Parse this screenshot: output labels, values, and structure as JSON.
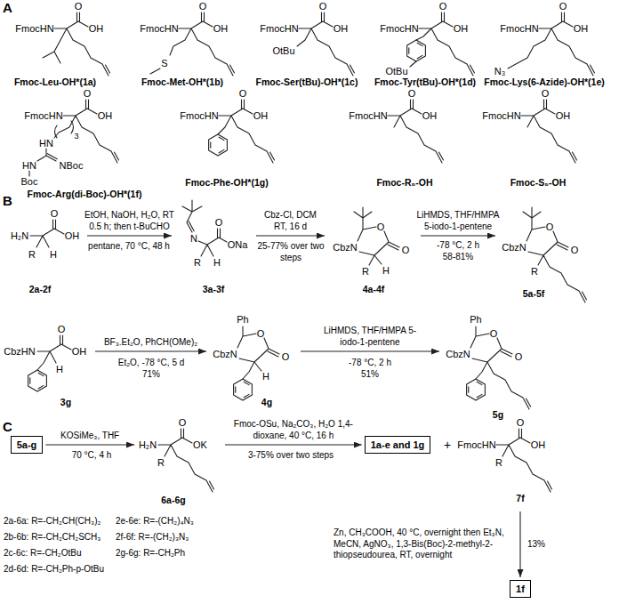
{
  "diagram": {
    "nodes": [
      {
        "text": [
          "FmocHN",
          "O",
          "OH",
          "Fmoc-Leu-OH*(1a)"
        ]
      },
      {
        "text": [
          "FmocHN",
          "O",
          "OH",
          "S",
          "Fmoc-Met-OH*(1b)"
        ]
      },
      {
        "text": [
          "FmocHN",
          "O",
          "OH",
          "OtBu",
          "Fmoc-Ser(tBu)-OH*(1c)"
        ]
      },
      {
        "text": [
          "FmocHN",
          "O",
          "OH",
          "OtBu",
          "Fmoc-Tyr(tBu)-OH*(1d)"
        ]
      },
      {
        "text": [
          "FmocHN",
          "O",
          "OH",
          "N₃",
          "Fmoc-Lys(6-Azide)-OH*(1e)"
        ]
      },
      {
        "text": [
          "FmocHN",
          "O",
          "OH",
          "3",
          "HN",
          "HN",
          "NBoc",
          "Boc",
          "Fmoc-Arg(di-Boc)-OH*(1f)"
        ]
      },
      {
        "text": [
          "FmocHN",
          "O",
          "OH",
          "Fmoc-Phe-OH*(1g)"
        ]
      },
      {
        "text": [
          "FmocHN",
          "O",
          "OH",
          "Fmoc-R₅-OH"
        ]
      },
      {
        "text": [
          "FmocHN",
          "O",
          "OH",
          "Fmoc-S₅-OH"
        ]
      },
      {
        "text": [
          "H₂N",
          "O",
          "OH",
          "R",
          "H",
          "2a-2f"
        ]
      },
      {
        "text": [
          "N",
          "O",
          "ONa",
          "R",
          "H",
          "3a-3f"
        ]
      },
      {
        "text": [
          "O",
          "CbzN",
          "O",
          "R",
          "H",
          "4a-4f"
        ]
      },
      {
        "text": [
          "O",
          "CbzN",
          "O",
          "R",
          "5a-5f"
        ]
      },
      {
        "text": [
          "CbzHN",
          "O",
          "OH",
          "H",
          "3g"
        ]
      },
      {
        "text": [
          "Ph",
          "O",
          "CbzN",
          "O",
          "H",
          "4g"
        ]
      },
      {
        "text": [
          "Ph",
          "O",
          "CbzN",
          "O",
          "5g"
        ]
      },
      {
        "text": [
          "5a-g"
        ]
      },
      {
        "text": [
          "H₂N",
          "O",
          "OK",
          "R",
          "6a-6g"
        ]
      },
      {
        "text": [
          "1a-e and 1g"
        ]
      },
      {
        "text": [
          "FmocHN",
          "O",
          "OH",
          "R",
          "7f"
        ]
      },
      {
        "text": [
          "1f"
        ]
      }
    ],
    "edges": [
      {
        "from": 9,
        "to": 10,
        "arrow": "to",
        "label": "EtOH, NaOH, H₂O, RT 0.5 h; then t-BuCHO"
      },
      {
        "from": 10,
        "to": 11,
        "arrow": "to",
        "label": "Cbz-Cl, DCM RT, 16 d"
      },
      {
        "from": 11,
        "to": 12,
        "arrow": "to",
        "label": "LiHMDS, THF/HMPA 5-iodo-1-pentene"
      },
      {
        "from": 13,
        "to": 14,
        "arrow": "to",
        "label": "BF₃.Et₂O, PhCH(OMe)₂"
      },
      {
        "from": 14,
        "to": 15,
        "arrow": "to",
        "label": "LiHMDS, THF/HMPA 5-iodo-1-pentene"
      },
      {
        "from": 16,
        "to": 17,
        "arrow": "to",
        "label": "KOSiMe₃, THF"
      },
      {
        "from": 17,
        "to": 18,
        "arrow": "to",
        "label": "Fmoc-OSu, Na₂CO₃, H₂O 1,4-dioxane, 40 °C, 16 h"
      },
      {
        "from": 19,
        "to": 20,
        "arrow": "to",
        "label": "Zn, CH₃COOH, 40 °C, overnight then Et₃N, MeCN, AgNO₃, 1,3-Bis(Boc)-2-methyl-2-thiopseudourea, RT, overnight"
      }
    ],
    "labels": [
      "A",
      "B",
      "pentane, 70 °C, 48 h",
      "25-77% over two steps",
      "-78 °C, 2 h",
      "58-81%",
      "Et₂O, -78 °C, 5 d",
      "71%",
      "-78 °C, 2 h",
      "51%",
      "C",
      "70 °C, 4 h",
      "3-75% over two steps",
      "+",
      "13%",
      "2a-6a: R=-CH₂CH(CH₃)₂",
      "2b-6b: R=-CH₂CH₂SCH₃",
      "2c-6c: R=-CH₂OtBu",
      "2d-6d: R=-CH₂Ph-p-OtBu",
      "2e-6e: R=-(CH₂)₄N₃",
      "2f-6f: R=-(CH₂)₃N₃",
      "2g-6g: R=-CH₂Ph"
    ]
  }
}
